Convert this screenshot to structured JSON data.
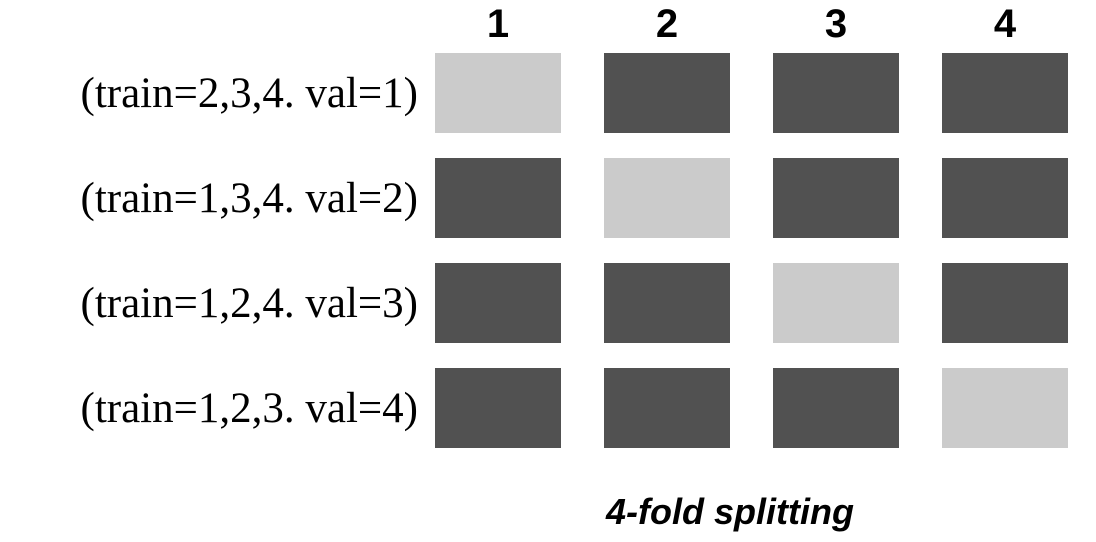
{
  "diagram": {
    "caption": "4-fold splitting",
    "column_headers": [
      "1",
      "2",
      "3",
      "4"
    ],
    "rows": [
      {
        "label": "(train=2,3,4. val=1)",
        "cells": [
          "val",
          "train",
          "train",
          "train"
        ]
      },
      {
        "label": "(train=1,3,4. val=2)",
        "cells": [
          "train",
          "val",
          "train",
          "train"
        ]
      },
      {
        "label": "(train=1,2,4. val=3)",
        "cells": [
          "train",
          "train",
          "val",
          "train"
        ]
      },
      {
        "label": "(train=1,2,3. val=4)",
        "cells": [
          "train",
          "train",
          "train",
          "val"
        ]
      }
    ],
    "colors": {
      "train": "#515151",
      "validation": "#cbcbcb",
      "background": "#ffffff",
      "text": "#000000"
    }
  }
}
